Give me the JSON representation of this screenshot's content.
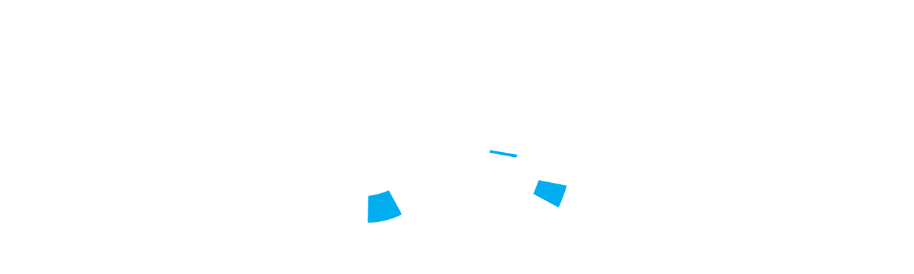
{
  "theme": {
    "background": "#ffffff",
    "accent": "#00aeef"
  },
  "shapes": [
    {
      "name": "arc-segment-left",
      "kind": "annular-sector"
    },
    {
      "name": "arc-segment-right",
      "kind": "annular-sector"
    },
    {
      "name": "arc-segment-top",
      "kind": "annular-sector"
    }
  ]
}
